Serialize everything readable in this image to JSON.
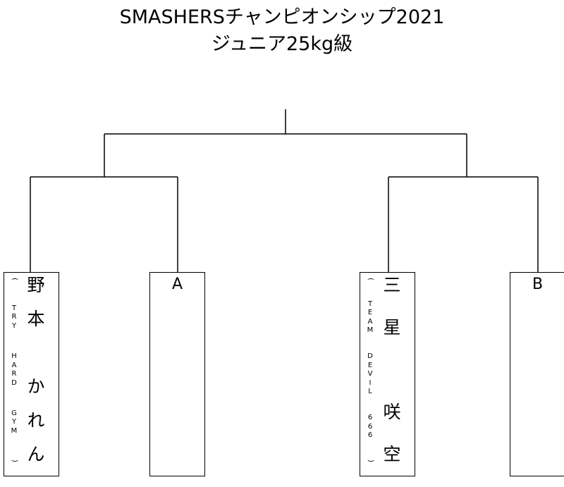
{
  "title": {
    "line1": "SMASHERSチャンピオンシップ2021",
    "line2": "ジュニア25kg級"
  },
  "entries": [
    {
      "name": "野本　かれん",
      "team": "（TRY HARD GYM）"
    },
    {
      "label": "A"
    },
    {
      "name": "三星　咲空",
      "team": "（TEAM DEVIL 666）"
    },
    {
      "label": "B"
    }
  ]
}
